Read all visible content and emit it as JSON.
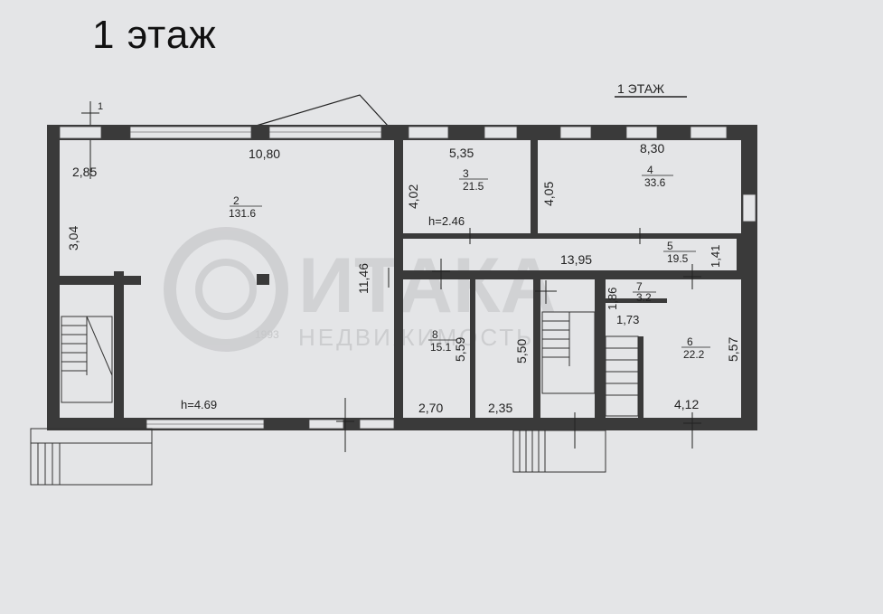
{
  "page_title": "1 этаж",
  "plan_title": "1 ЭТАЖ",
  "section_mark": "1",
  "dimensions": {
    "d_285": "2,85",
    "d_1080": "10,80",
    "d_535": "5,35",
    "d_830": "8,30",
    "d_304": "3,04",
    "d_402": "4,02",
    "d_405": "4,05",
    "d_1146": "11,46",
    "d_1395": "13,95",
    "d_141": "1,41",
    "d_186": "1,86",
    "d_173": "1,73",
    "d_559": "5,59",
    "d_550": "5,50",
    "d_557": "5,57",
    "d_270": "2,70",
    "d_235": "2,35",
    "d_412": "4,12"
  },
  "heights": {
    "h_main": "h=4.69",
    "h_right": "h=2.46"
  },
  "rooms": [
    {
      "number": "2",
      "area": "131.6"
    },
    {
      "number": "3",
      "area": "21.5"
    },
    {
      "number": "4",
      "area": "33.6"
    },
    {
      "number": "5",
      "area": "19.5"
    },
    {
      "number": "6",
      "area": "22.2"
    },
    {
      "number": "7",
      "area": "3.2"
    },
    {
      "number": "8",
      "area": "15.1"
    }
  ],
  "watermark": {
    "brand": "ИТАКА",
    "year": "1993",
    "subtitle": "НЕДВИЖИМОСТЬ"
  },
  "colors": {
    "background": "#e4e5e7",
    "wall": "#3a3a3a",
    "ink": "#222222",
    "watermark": "#c9cacc"
  }
}
